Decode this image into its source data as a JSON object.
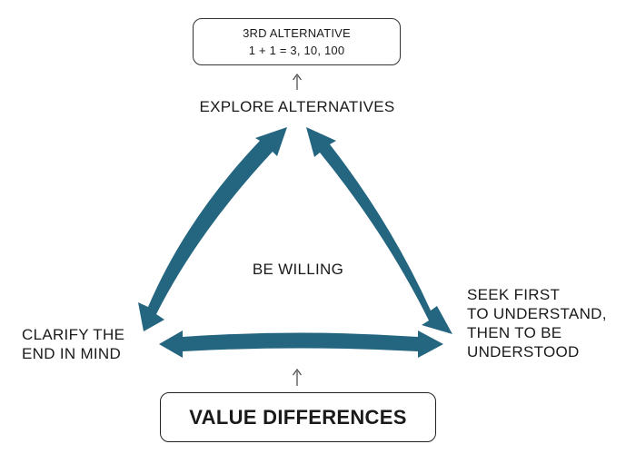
{
  "top_box": {
    "line1": "3RD ALTERNATIVE",
    "line2": "1 + 1 = 3, 10, 100"
  },
  "labels": {
    "explore": "EXPLORE ALTERNATIVES",
    "willing": "BE WILLING",
    "clarify_line1": "CLARIFY THE",
    "clarify_line2": "END IN MIND",
    "seek_line1": "SEEK FIRST",
    "seek_line2": "TO UNDERSTAND,",
    "seek_line3": "THEN TO BE",
    "seek_line4": "UNDERSTOOD"
  },
  "bottom_box": {
    "label": "VALUE DIFFERENCES"
  },
  "colors": {
    "arrow_fill": "#246580",
    "thin_arrow": "#444444"
  }
}
